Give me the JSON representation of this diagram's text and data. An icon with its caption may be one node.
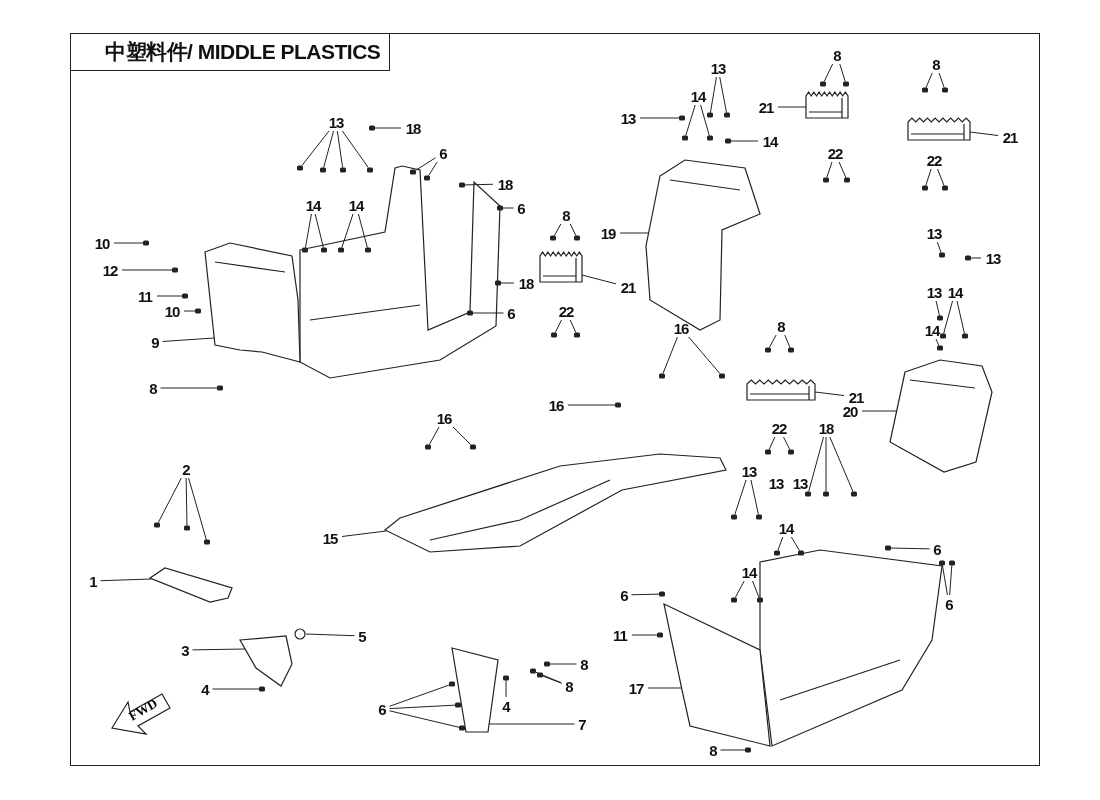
{
  "diagram": {
    "title": "中塑料件/ MIDDLE PLASTICS",
    "nodes": [
      {
        "text": [
          "13"
        ]
      },
      {
        "text": [
          "18"
        ]
      },
      {
        "text": [
          "6"
        ]
      },
      {
        "text": [
          "14"
        ]
      },
      {
        "text": [
          "14"
        ]
      },
      {
        "text": [
          "18"
        ]
      },
      {
        "text": [
          "6"
        ]
      },
      {
        "text": [
          "10"
        ]
      },
      {
        "text": [
          "12"
        ]
      },
      {
        "text": [
          "11"
        ]
      },
      {
        "text": [
          "10"
        ]
      },
      {
        "text": [
          "9"
        ]
      },
      {
        "text": [
          "8"
        ]
      },
      {
        "text": [
          "18"
        ]
      },
      {
        "text": [
          "6"
        ]
      },
      {
        "text": [
          "8"
        ]
      },
      {
        "text": [
          "21"
        ]
      },
      {
        "text": [
          "22"
        ]
      },
      {
        "text": [
          "13"
        ]
      },
      {
        "text": [
          "13"
        ]
      },
      {
        "text": [
          "14"
        ]
      },
      {
        "text": [
          "14"
        ]
      },
      {
        "text": [
          "8"
        ]
      },
      {
        "text": [
          "21"
        ]
      },
      {
        "text": [
          "22"
        ]
      },
      {
        "text": [
          "19"
        ]
      },
      {
        "text": [
          "8"
        ]
      },
      {
        "text": [
          "21"
        ]
      },
      {
        "text": [
          "22"
        ]
      },
      {
        "text": [
          "13"
        ]
      },
      {
        "text": [
          "13"
        ]
      },
      {
        "text": [
          "13"
        ]
      },
      {
        "text": [
          "14"
        ]
      },
      {
        "text": [
          "14"
        ]
      },
      {
        "text": [
          "20"
        ]
      },
      {
        "text": [
          "16"
        ]
      },
      {
        "text": [
          "16"
        ]
      },
      {
        "text": [
          "8"
        ]
      },
      {
        "text": [
          "21"
        ]
      },
      {
        "text": [
          "22"
        ]
      },
      {
        "text": [
          "16"
        ]
      },
      {
        "text": [
          "15"
        ]
      },
      {
        "text": [
          "2"
        ]
      },
      {
        "text": [
          "1"
        ]
      },
      {
        "text": [
          "3"
        ]
      },
      {
        "text": [
          "5"
        ]
      },
      {
        "text": [
          "4"
        ]
      },
      {
        "text": [
          "6"
        ]
      },
      {
        "text": [
          "8"
        ]
      },
      {
        "text": [
          "8"
        ]
      },
      {
        "text": [
          "4"
        ]
      },
      {
        "text": [
          "7"
        ]
      },
      {
        "text": [
          "13"
        ]
      },
      {
        "text": [
          "18"
        ]
      },
      {
        "text": [
          "14"
        ]
      },
      {
        "text": [
          "14"
        ]
      },
      {
        "text": [
          "6"
        ]
      },
      {
        "text": [
          "6"
        ]
      },
      {
        "text": [
          "6"
        ]
      },
      {
        "text": [
          "11"
        ]
      },
      {
        "text": [
          "17"
        ]
      },
      {
        "text": [
          "8"
        ]
      },
      {
        "text": [],
        "shape": "picture"
      },
      {
        "text": [],
        "shape": "picture"
      },
      {
        "text": [],
        "shape": "picture"
      },
      {
        "text": [],
        "shape": "picture"
      },
      {
        "text": [],
        "shape": "picture"
      },
      {
        "text": [],
        "shape": "picture"
      },
      {
        "text": [],
        "shape": "picture"
      },
      {
        "text": [],
        "shape": "picture"
      },
      {
        "text": [],
        "shape": "picture"
      },
      {
        "text": [],
        "shape": "picture"
      },
      {
        "text": [],
        "shape": "picture"
      },
      {
        "text": [],
        "shape": "picture"
      },
      {
        "text": [],
        "shape": "picture"
      },
      {
        "text": [],
        "shape": "box"
      },
      {
        "text": [],
        "shape": "box"
      },
      {
        "text": [],
        "shape": "box"
      },
      {
        "text": [],
        "shape": "box"
      },
      {
        "text": [],
        "shape": "box"
      },
      {
        "text": [],
        "shape": "box"
      },
      {
        "text": [],
        "shape": "box"
      },
      {
        "text": [],
        "shape": "box"
      },
      {
        "text": [],
        "shape": "box"
      },
      {
        "text": [],
        "shape": "box"
      },
      {
        "text": [],
        "shape": "box"
      },
      {
        "text": [],
        "shape": "box"
      },
      {
        "text": [],
        "shape": "box"
      },
      {
        "text": [],
        "shape": "box"
      },
      {
        "text": [],
        "shape": "box"
      },
      {
        "text": [],
        "shape": "box"
      },
      {
        "text": [],
        "shape": "box"
      },
      {
        "text": [],
        "shape": "box"
      },
      {
        "text": [],
        "shape": "box"
      },
      {
        "text": [],
        "shape": "box"
      },
      {
        "text": [],
        "shape": "box"
      },
      {
        "text": [],
        "shape": "box"
      },
      {
        "text": [],
        "shape": "box"
      },
      {
        "text": [],
        "shape": "box"
      },
      {
        "text": [],
        "shape": "box"
      },
      {
        "text": [],
        "shape": "box"
      },
      {
        "text": [],
        "shape": "box"
      },
      {
        "text": [],
        "shape": "box"
      },
      {
        "text": [],
        "shape": "box"
      },
      {
        "text": [],
        "shape": "box"
      },
      {
        "text": [],
        "shape": "box"
      },
      {
        "text": [],
        "shape": "box"
      },
      {
        "text": [],
        "shape": "box"
      },
      {
        "text": [],
        "shape": "box"
      },
      {
        "text": [],
        "shape": "box"
      },
      {
        "text": [],
        "shape": "box"
      },
      {
        "text": [],
        "shape": "box"
      },
      {
        "text": [],
        "shape": "box"
      },
      {
        "text": [],
        "shape": "box"
      },
      {
        "text": [],
        "shape": "box"
      },
      {
        "text": [],
        "shape": "box"
      },
      {
        "text": [],
        "shape": "box"
      },
      {
        "text": [],
        "shape": "box"
      },
      {
        "text": [],
        "shape": "box"
      },
      {
        "text": [],
        "shape": "box"
      },
      {
        "text": [],
        "shape": "box"
      },
      {
        "text": [],
        "shape": "box"
      },
      {
        "text": [],
        "shape": "box"
      },
      {
        "text": [],
        "shape": "box"
      },
      {
        "text": [],
        "shape": "box"
      },
      {
        "text": [],
        "shape": "box"
      },
      {
        "text": [],
        "shape": "box"
      },
      {
        "text": [],
        "shape": "box"
      },
      {
        "text": [],
        "shape": "box"
      },
      {
        "text": [],
        "shape": "box"
      },
      {
        "text": [],
        "shape": "box"
      },
      {
        "text": [],
        "shape": "box"
      },
      {
        "text": [],
        "shape": "box"
      },
      {
        "text": [],
        "shape": "box"
      },
      {
        "text": [],
        "shape": "box"
      },
      {
        "text": [],
        "shape": "box"
      },
      {
        "text": [],
        "shape": "box"
      },
      {
        "text": [],
        "shape": "box"
      },
      {
        "text": [],
        "shape": "box"
      },
      {
        "text": [],
        "shape": "box"
      },
      {
        "text": [],
        "shape": "box"
      },
      {
        "text": [],
        "shape": "box"
      },
      {
        "text": [],
        "shape": "box"
      },
      {
        "text": [],
        "shape": "box"
      },
      {
        "text": [],
        "shape": "box"
      },
      {
        "text": [],
        "shape": "box"
      },
      {
        "text": [],
        "shape": "box"
      },
      {
        "text": [],
        "shape": "box"
      },
      {
        "text": [],
        "shape": "box"
      },
      {
        "text": [],
        "shape": "box"
      },
      {
        "text": [],
        "shape": "box"
      },
      {
        "text": [],
        "shape": "box"
      },
      {
        "text": [],
        "shape": "box"
      },
      {
        "text": [],
        "shape": "box"
      }
    ],
    "edges": [
      {
        "from": 0,
        "to": 75,
        "arrow": "none"
      },
      {
        "from": 0,
        "to": 76,
        "arrow": "none"
      },
      {
        "from": 0,
        "to": 77,
        "arrow": "none"
      },
      {
        "from": 0,
        "to": 78,
        "arrow": "none"
      },
      {
        "from": 1,
        "to": 79,
        "arrow": "none"
      },
      {
        "from": 2,
        "to": 80,
        "arrow": "none"
      },
      {
        "from": 2,
        "to": 81,
        "arrow": "none"
      },
      {
        "from": 3,
        "to": 82,
        "arrow": "none"
      },
      {
        "from": 3,
        "to": 83,
        "arrow": "none"
      },
      {
        "from": 4,
        "to": 84,
        "arrow": "none"
      },
      {
        "from": 4,
        "to": 85,
        "arrow": "none"
      },
      {
        "from": 5,
        "to": 86,
        "arrow": "none"
      },
      {
        "from": 6,
        "to": 87,
        "arrow": "none"
      },
      {
        "from": 7,
        "to": 88,
        "arrow": "none"
      },
      {
        "from": 8,
        "to": 89,
        "arrow": "none"
      },
      {
        "from": 9,
        "to": 90,
        "arrow": "none"
      },
      {
        "from": 10,
        "to": 91,
        "arrow": "none"
      },
      {
        "from": 11,
        "to": 62,
        "arrow": "none"
      },
      {
        "from": 12,
        "to": 92,
        "arrow": "none"
      },
      {
        "from": 13,
        "to": 93,
        "arrow": "none"
      },
      {
        "from": 14,
        "to": 94,
        "arrow": "none"
      },
      {
        "from": 15,
        "to": 95,
        "arrow": "none"
      },
      {
        "from": 15,
        "to": 96,
        "arrow": "none"
      },
      {
        "from": 16,
        "to": 63,
        "arrow": "none"
      },
      {
        "from": 17,
        "to": 97,
        "arrow": "none"
      },
      {
        "from": 17,
        "to": 98,
        "arrow": "none"
      },
      {
        "from": 18,
        "to": 99,
        "arrow": "none"
      },
      {
        "from": 19,
        "to": 100,
        "arrow": "none"
      },
      {
        "from": 19,
        "to": 101,
        "arrow": "none"
      },
      {
        "from": 20,
        "to": 102,
        "arrow": "none"
      },
      {
        "from": 20,
        "to": 103,
        "arrow": "none"
      },
      {
        "from": 21,
        "to": 104,
        "arrow": "none"
      },
      {
        "from": 22,
        "to": 105,
        "arrow": "none"
      },
      {
        "from": 22,
        "to": 106,
        "arrow": "none"
      },
      {
        "from": 23,
        "to": 64,
        "arrow": "none"
      },
      {
        "from": 24,
        "to": 107,
        "arrow": "none"
      },
      {
        "from": 24,
        "to": 108,
        "arrow": "none"
      },
      {
        "from": 25,
        "to": 67,
        "arrow": "none"
      },
      {
        "from": 26,
        "to": 109,
        "arrow": "none"
      },
      {
        "from": 26,
        "to": 110,
        "arrow": "none"
      },
      {
        "from": 27,
        "to": 65,
        "arrow": "none"
      },
      {
        "from": 28,
        "to": 111,
        "arrow": "none"
      },
      {
        "from": 28,
        "to": 112,
        "arrow": "none"
      },
      {
        "from": 29,
        "to": 113,
        "arrow": "none"
      },
      {
        "from": 30,
        "to": 114,
        "arrow": "none"
      },
      {
        "from": 31,
        "to": 115,
        "arrow": "none"
      },
      {
        "from": 32,
        "to": 116,
        "arrow": "none"
      },
      {
        "from": 32,
        "to": 117,
        "arrow": "none"
      },
      {
        "from": 33,
        "to": 118,
        "arrow": "none"
      },
      {
        "from": 34,
        "to": 68,
        "arrow": "none"
      },
      {
        "from": 35,
        "to": 119,
        "arrow": "none"
      },
      {
        "from": 35,
        "to": 120,
        "arrow": "none"
      },
      {
        "from": 36,
        "to": 121,
        "arrow": "none"
      },
      {
        "from": 37,
        "to": 122,
        "arrow": "none"
      },
      {
        "from": 37,
        "to": 123,
        "arrow": "none"
      },
      {
        "from": 38,
        "to": 66,
        "arrow": "none"
      },
      {
        "from": 39,
        "to": 124,
        "arrow": "none"
      },
      {
        "from": 39,
        "to": 125,
        "arrow": "none"
      },
      {
        "from": 40,
        "to": 126,
        "arrow": "none"
      },
      {
        "from": 40,
        "to": 127,
        "arrow": "none"
      },
      {
        "from": 41,
        "to": 69,
        "arrow": "none"
      },
      {
        "from": 42,
        "to": 128,
        "arrow": "none"
      },
      {
        "from": 42,
        "to": 129,
        "arrow": "none"
      },
      {
        "from": 42,
        "to": 130,
        "arrow": "none"
      },
      {
        "from": 43,
        "to": 70,
        "arrow": "none"
      },
      {
        "from": 44,
        "to": 71,
        "arrow": "none"
      },
      {
        "from": 45,
        "to": 72,
        "arrow": "none"
      },
      {
        "from": 46,
        "to": 131,
        "arrow": "none"
      },
      {
        "from": 47,
        "to": 132,
        "arrow": "none"
      },
      {
        "from": 47,
        "to": 133,
        "arrow": "none"
      },
      {
        "from": 47,
        "to": 134,
        "arrow": "none"
      },
      {
        "from": 48,
        "to": 135,
        "arrow": "none"
      },
      {
        "from": 49,
        "to": 136,
        "arrow": "none"
      },
      {
        "from": 49,
        "to": 137,
        "arrow": "none"
      },
      {
        "from": 50,
        "to": 138,
        "arrow": "none"
      },
      {
        "from": 51,
        "to": 73,
        "arrow": "none"
      },
      {
        "from": 52,
        "to": 139,
        "arrow": "none"
      },
      {
        "from": 52,
        "to": 140,
        "arrow": "none"
      },
      {
        "from": 53,
        "to": 141,
        "arrow": "none"
      },
      {
        "from": 53,
        "to": 142,
        "arrow": "none"
      },
      {
        "from": 53,
        "to": 143,
        "arrow": "none"
      },
      {
        "from": 54,
        "to": 144,
        "arrow": "none"
      },
      {
        "from": 54,
        "to": 145,
        "arrow": "none"
      },
      {
        "from": 55,
        "to": 146,
        "arrow": "none"
      },
      {
        "from": 55,
        "to": 147,
        "arrow": "none"
      },
      {
        "from": 56,
        "to": 148,
        "arrow": "none"
      },
      {
        "from": 57,
        "to": 149,
        "arrow": "none"
      },
      {
        "from": 57,
        "to": 150,
        "arrow": "none"
      },
      {
        "from": 58,
        "to": 151,
        "arrow": "none"
      },
      {
        "from": 59,
        "to": 152,
        "arrow": "none"
      },
      {
        "from": 60,
        "to": 74,
        "arrow": "none"
      },
      {
        "from": 61,
        "to": 153,
        "arrow": "none"
      }
    ],
    "labels": [
      "13",
      "13",
      "FWD"
    ]
  }
}
